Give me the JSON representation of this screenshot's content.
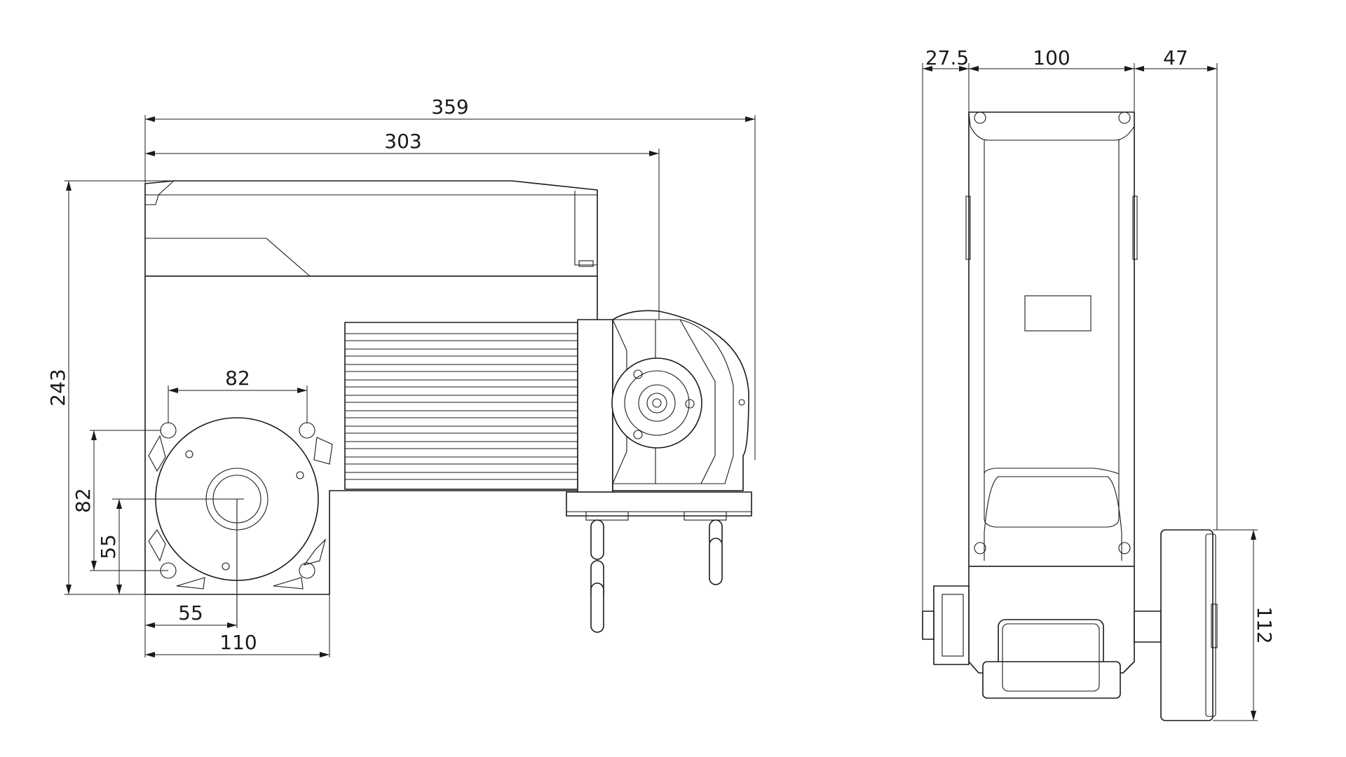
{
  "colors": {
    "line": "#1a1a1a",
    "background": "#ffffff"
  },
  "dimensions": {
    "front_overall_width": "359",
    "front_motor_width": "303",
    "front_height": "243",
    "front_flange_hole_span_h": "82",
    "front_flange_hole_span_v": "82",
    "front_shaft_height": "55",
    "front_shaft_offset": "55",
    "front_flange_width": "110",
    "side_left_offset": "27.5",
    "side_body_width": "100",
    "side_handwheel_offset": "47",
    "side_handwheel_diameter": "112"
  }
}
